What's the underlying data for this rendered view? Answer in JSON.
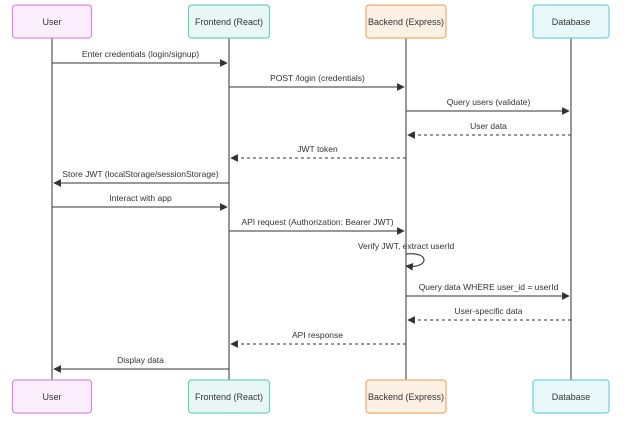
{
  "participants": [
    {
      "id": "user",
      "label": "User",
      "stroke": "#d98ae6",
      "fill": "#fbeefd"
    },
    {
      "id": "frontend",
      "label": "Frontend (React)",
      "stroke": "#6ccfc0",
      "fill": "#e9f8f5"
    },
    {
      "id": "backend",
      "label": "Backend (Express)",
      "stroke": "#f0ab6c",
      "fill": "#fdf0e4"
    },
    {
      "id": "database",
      "label": "Database",
      "stroke": "#6fd3df",
      "fill": "#e8f8fb"
    }
  ],
  "messages": [
    {
      "from": "user",
      "to": "frontend",
      "text": "Enter credentials (login/signup)",
      "style": "solid"
    },
    {
      "from": "frontend",
      "to": "backend",
      "text": "POST /login (credentials)",
      "style": "solid"
    },
    {
      "from": "backend",
      "to": "database",
      "text": "Query users (validate)",
      "style": "solid"
    },
    {
      "from": "database",
      "to": "backend",
      "text": "User data",
      "style": "dashed"
    },
    {
      "from": "backend",
      "to": "frontend",
      "text": "JWT token",
      "style": "dashed"
    },
    {
      "from": "frontend",
      "to": "user",
      "text": "Store JWT (localStorage/sessionStorage)",
      "style": "solid"
    },
    {
      "from": "user",
      "to": "frontend",
      "text": "Interact with app",
      "style": "solid"
    },
    {
      "from": "frontend",
      "to": "backend",
      "text": "API request (Authorization: Bearer JWT)",
      "style": "solid"
    },
    {
      "from": "backend",
      "to": "backend",
      "text": "Verify JWT, extract userId",
      "style": "solid"
    },
    {
      "from": "backend",
      "to": "database",
      "text": "Query data WHERE user_id = userId",
      "style": "solid"
    },
    {
      "from": "database",
      "to": "backend",
      "text": "User-specific data",
      "style": "dashed"
    },
    {
      "from": "backend",
      "to": "frontend",
      "text": "API response",
      "style": "dashed"
    },
    {
      "from": "frontend",
      "to": "user",
      "text": "Display data",
      "style": "solid"
    }
  ],
  "colors": {
    "line": "#333333",
    "lifeline": "#333333"
  }
}
